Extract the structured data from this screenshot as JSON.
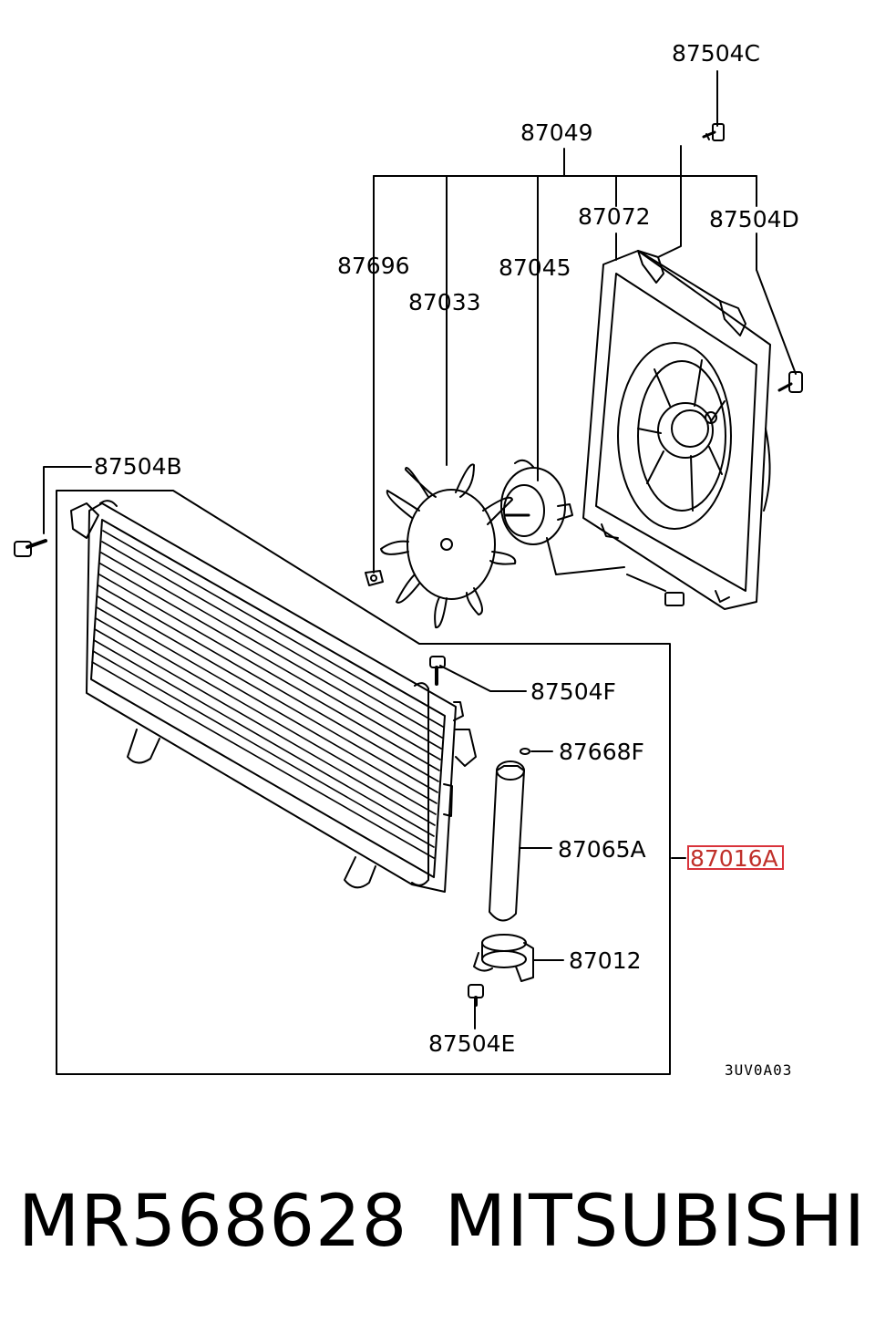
{
  "labels": {
    "p87504C": "87504C",
    "p87049": "87049",
    "p87072": "87072",
    "p87504D": "87504D",
    "p87696": "87696",
    "p87045": "87045",
    "p87033": "87033",
    "p87504B": "87504B",
    "p87504F": "87504F",
    "p87668F": "87668F",
    "p87065A": "87065A",
    "p87016A": "87016A",
    "p87012": "87012",
    "p87504E": "87504E"
  },
  "diagram_code": "3UV0A03",
  "caption": {
    "part_number": "MR568628",
    "brand": "MITSUBISHI"
  },
  "highlight": {
    "label": "87016A",
    "color": "#d9333b"
  }
}
